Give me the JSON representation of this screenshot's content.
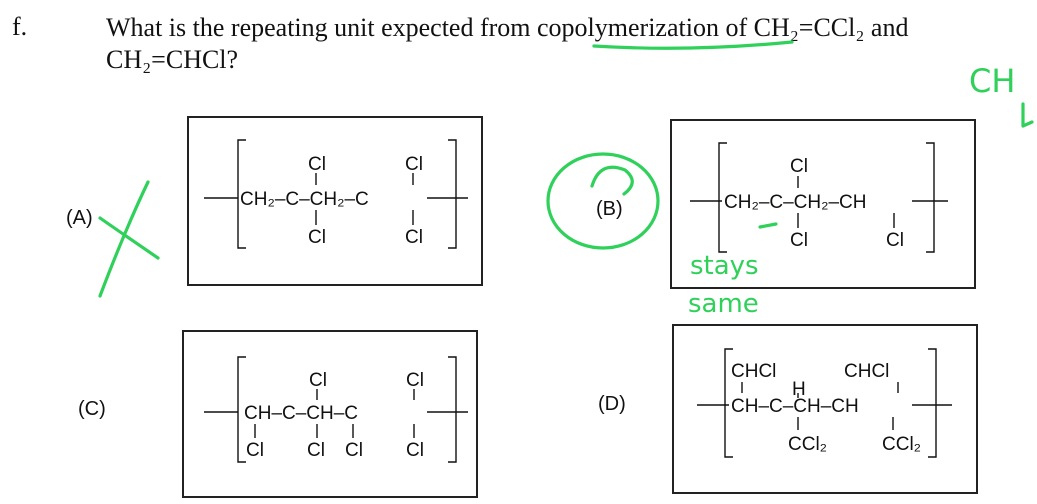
{
  "question": {
    "number": "f.",
    "text_prefix": "What is the repeating unit expected from ",
    "text_underlined": "copolymerization",
    "text_suffix": " of CH₂=CCl₂ and CH₂=CHCl?"
  },
  "options": [
    {
      "label": "(A)",
      "top_atoms": [
        "Cl",
        "Cl"
      ],
      "chain": [
        "CH₂–C–CH₂–C"
      ],
      "bottom_atoms": [
        "Cl",
        "Cl"
      ]
    },
    {
      "label": "(B)",
      "top_atoms": [
        "Cl"
      ],
      "chain": [
        "CH₂–C–CH₂–CH"
      ],
      "bottom_atoms": [
        "Cl",
        "Cl"
      ]
    },
    {
      "label": "(C)",
      "top_atoms": [
        "Cl",
        "Cl"
      ],
      "chain": [
        "CH–C–CH–C"
      ],
      "bottom_atoms": [
        "Cl",
        "Cl",
        "Cl",
        "Cl"
      ]
    },
    {
      "label": "(D)",
      "top_atoms": [
        "CHCl",
        "CHCl",
        "H"
      ],
      "chain": [
        "CH–C–CH–CH"
      ],
      "bottom_atoms": [
        "CCl₂",
        "CCl₂"
      ]
    }
  ],
  "annotations": {
    "handwritten_corner": "CH",
    "stays": "stays",
    "same": "same",
    "ink_color": "#2fd15a"
  }
}
